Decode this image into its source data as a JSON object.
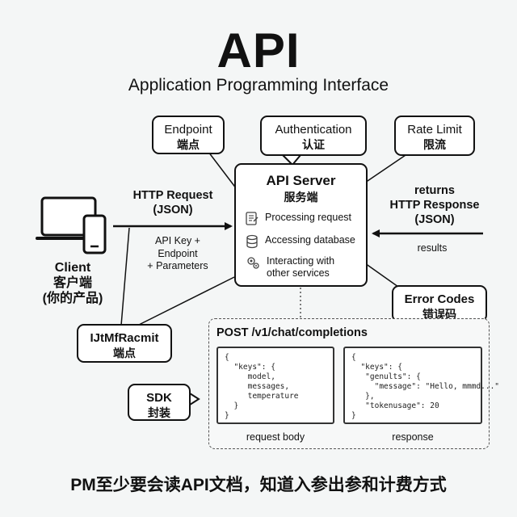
{
  "title": "API",
  "subtitle": "Application Programming Interface",
  "callouts": {
    "endpoint": {
      "en": "Endpoint",
      "zh": "端点"
    },
    "authentication": {
      "en": "Authentication",
      "zh": "认证"
    },
    "rate_limit": {
      "en": "Rate Limit",
      "zh": "限流"
    },
    "error_codes": {
      "en": "Error Codes",
      "zh": "错误码"
    },
    "endpoint_bottom": {
      "en": "IJtMfRacmit",
      "zh": "端点"
    },
    "sdk": {
      "en": "SDK",
      "zh": "封装"
    }
  },
  "server": {
    "title": "API Server",
    "subtitle": "服务端",
    "items": [
      "Processing request",
      "Accessing database",
      "Interacting with other services"
    ]
  },
  "client": {
    "label_en": "Client",
    "label_zh": "客户端",
    "label_paren": "(你的产品)"
  },
  "request": {
    "label": "HTTP Request",
    "format": "(JSON)",
    "params": [
      "API Key +",
      "Endpoint",
      "+ Parameters"
    ]
  },
  "response": {
    "label1": "returns",
    "label2": "HTTP Response",
    "format": "(JSON)",
    "results": "results"
  },
  "example": {
    "endpoint": "POST /v1/chat/completions",
    "request_code": "{\n  \"keys\": {\n     model,\n     messages,\n     temperature\n  }\n}",
    "response_code": "{\n  \"keys\": {\n   \"genults\": {\n     \"message\": \"Hello, mmmd...\"\n   },\n   \"tokenusage\": 20\n}",
    "request_caption": "request body",
    "response_caption": "response"
  },
  "footer": "PM至少要会读API文档，知道入参出参和计费方式"
}
